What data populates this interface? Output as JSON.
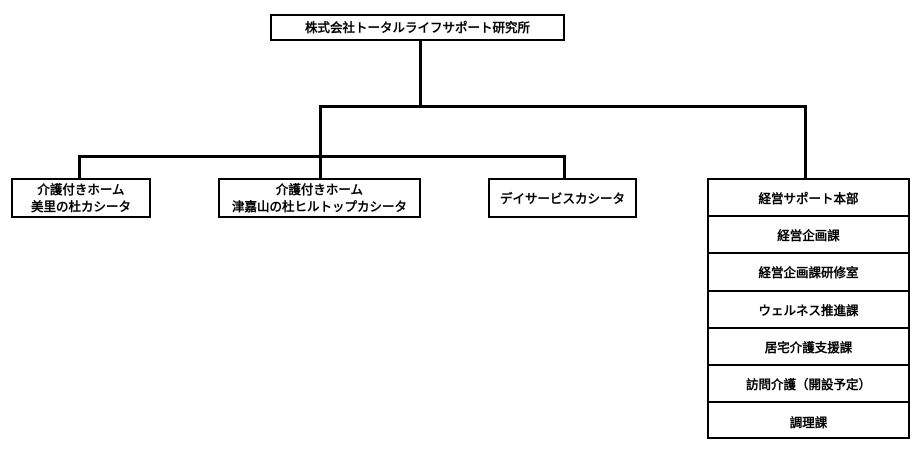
{
  "org_chart": {
    "root": {
      "label": "株式会社トータルライフサポート研究所"
    },
    "facilities": [
      {
        "line1": "介護付きホーム",
        "line2": "美里の杜カシータ"
      },
      {
        "line1": "介護付きホーム",
        "line2": "津嘉山の杜ヒルトップカシータ"
      },
      {
        "line1": "デイサービスカシータ",
        "line2": ""
      }
    ],
    "departments": [
      "経営サポート本部",
      "経営企画課",
      "経営企画課研修室",
      "ウェルネス推進課",
      "居宅介護支援課",
      "訪問介護（開設予定）",
      "調理課"
    ]
  }
}
